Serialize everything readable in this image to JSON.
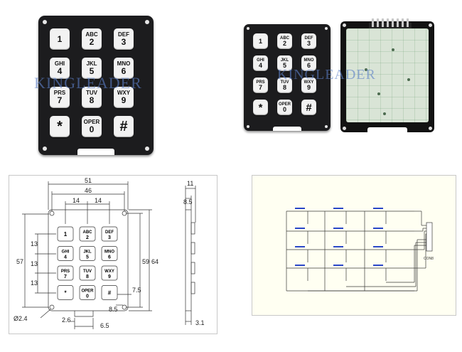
{
  "watermark": "KINGLEADER",
  "keypad_keys": [
    {
      "letters": "",
      "digit": "1"
    },
    {
      "letters": "ABC",
      "digit": "2"
    },
    {
      "letters": "DEF",
      "digit": "3"
    },
    {
      "letters": "GHI",
      "digit": "4"
    },
    {
      "letters": "JKL",
      "digit": "5"
    },
    {
      "letters": "MNO",
      "digit": "6"
    },
    {
      "letters": "PRS",
      "digit": "7"
    },
    {
      "letters": "TUV",
      "digit": "8"
    },
    {
      "letters": "WXY",
      "digit": "9"
    },
    {
      "letters": "",
      "digit": "*"
    },
    {
      "letters": "OPER",
      "digit": "0"
    },
    {
      "letters": "",
      "digit": "#"
    }
  ],
  "drawing": {
    "dim_overall_width": "51",
    "dim_inner_width": "46",
    "dim_key_pitch_left": "14",
    "dim_key_pitch_right": "14",
    "dim_height_left": "57",
    "dim_pitch_1": "13",
    "dim_pitch_2": "13",
    "dim_pitch_3": "13",
    "dim_inner_height": "59",
    "dim_overall_height": "64",
    "dim_key_offset": "7.5",
    "dim_key_gap": "8.5",
    "dim_hole": "Ø2.4",
    "dim_notch_offset": "2.6",
    "dim_notch_width": "6.5",
    "dim_side_thickness": "11",
    "dim_side_inner": "8.5",
    "dim_side_base": "3.1",
    "keys": [
      {
        "letters": "",
        "digit": "1"
      },
      {
        "letters": "ABC",
        "digit": "2"
      },
      {
        "letters": "DEF",
        "digit": "3"
      },
      {
        "letters": "GHI",
        "digit": "4"
      },
      {
        "letters": "JKL",
        "digit": "5"
      },
      {
        "letters": "MNO",
        "digit": "6"
      },
      {
        "letters": "PRS",
        "digit": "7"
      },
      {
        "letters": "TUV",
        "digit": "8"
      },
      {
        "letters": "WXY",
        "digit": "9"
      },
      {
        "letters": "",
        "digit": "*"
      },
      {
        "letters": "OPER",
        "digit": "0"
      },
      {
        "letters": "",
        "digit": "#"
      }
    ]
  },
  "schematic": {
    "connector_label": "CON8"
  },
  "colors": {
    "keypad_body": "#1c1c1e",
    "key_face": "#f2f2f2",
    "watermark": "#5b7fc8",
    "switch_blue": "#2a47c8",
    "schematic_line": "#3a3a3a",
    "schematic_bg": "#fffff2"
  }
}
